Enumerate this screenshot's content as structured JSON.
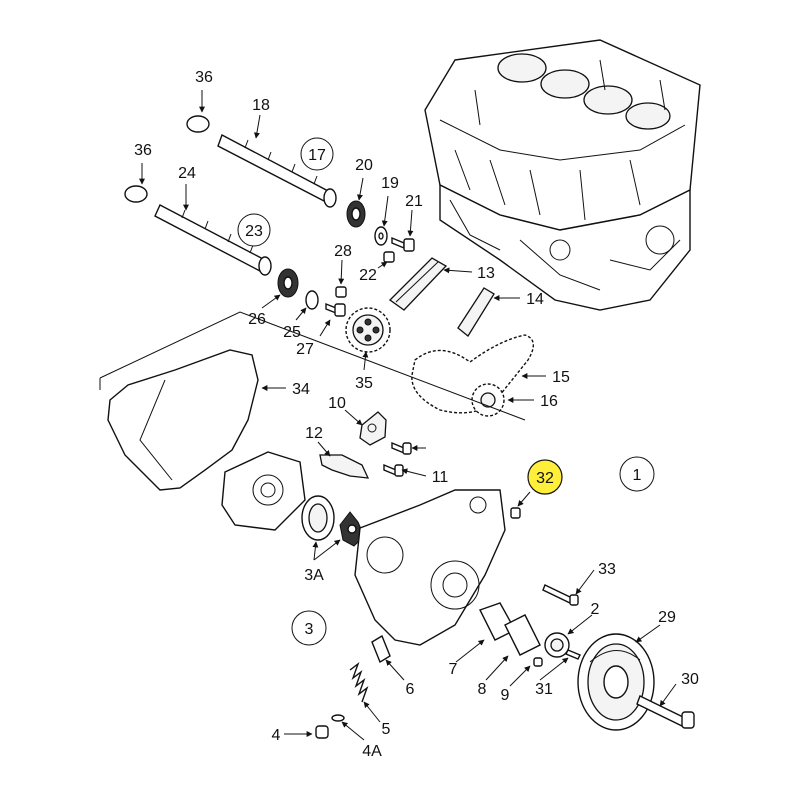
{
  "callouts": {
    "c36a": "36",
    "c18": "18",
    "c17": "17",
    "c36b": "36",
    "c24": "24",
    "c23": "23",
    "c20": "20",
    "c19": "19",
    "c21": "21",
    "c28": "28",
    "c22": "22",
    "c13": "13",
    "c14": "14",
    "c26": "26",
    "c25": "25",
    "c27": "27",
    "c35": "35",
    "c15": "15",
    "c34": "34",
    "c10": "10",
    "c16": "16",
    "c12": "12",
    "c11": "11",
    "c32": "32",
    "c1": "1",
    "c33": "33",
    "c3A": "3A",
    "c2": "2",
    "c3": "3",
    "c29": "29",
    "c7": "7",
    "c6": "6",
    "c8": "8",
    "c9": "9",
    "c31": "31",
    "c30": "30",
    "c5": "5",
    "c4": "4",
    "c4A": "4A"
  },
  "colors": {
    "highlight": "#ffef3a",
    "line": "#111111",
    "background": "#ffffff"
  }
}
